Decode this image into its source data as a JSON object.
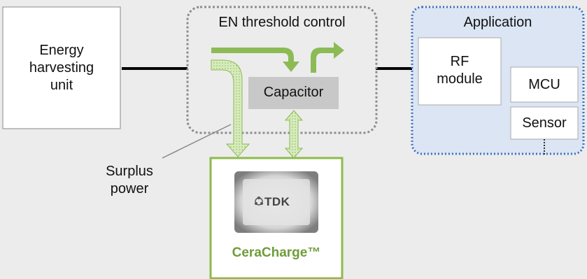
{
  "energy_harvesting": {
    "line1": "Energy",
    "line2": "harvesting",
    "line3": "unit"
  },
  "en_threshold": {
    "label": "EN threshold control",
    "capacitor_label": "Capacitor"
  },
  "application": {
    "label": "Application",
    "rf_module_line1": "RF",
    "rf_module_line2": "module",
    "mcu_label": "MCU",
    "sensor_label": "Sensor"
  },
  "surplus": {
    "line1": "Surplus",
    "line2": "power"
  },
  "ceracharge": {
    "label": "CeraCharge™",
    "logo_text": "TDK"
  },
  "colors": {
    "green_border": "#8dbb4b",
    "green_arrow": "#8cbb55",
    "green_light": "#d8ebbf",
    "blue_dotted": "#3b6fc0",
    "blue_fill": "#dbe5f4",
    "capacitor_fill": "#c8c8c8",
    "gray_dotted": "#8c8c8c",
    "ceracharge_text": "#6f9c3a"
  }
}
